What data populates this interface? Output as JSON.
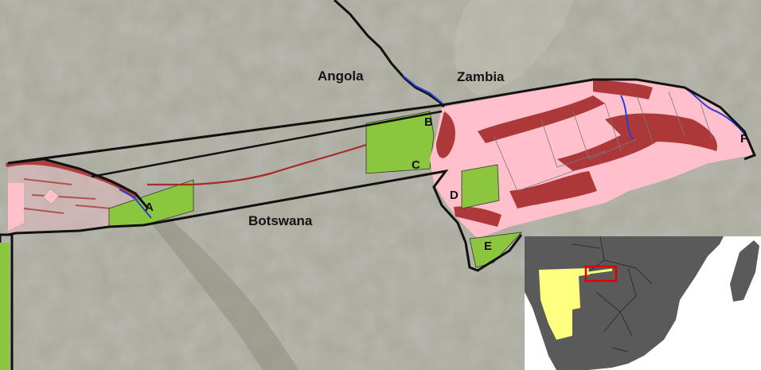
{
  "labels": {
    "countries": {
      "angola": "Angola",
      "zambia": "Zambia",
      "botswana": "Botswana"
    },
    "sites": {
      "a": "A",
      "b": "B",
      "c": "C",
      "d": "D",
      "e": "E",
      "f": "F"
    }
  },
  "colors": {
    "satellite_base": "#a8a79c",
    "boundary": "#111111",
    "conservation_area": "#8cc63e",
    "farmland": "#ffc0cb",
    "cleared_land": "#a52a2a",
    "river": "#2a3fcf",
    "highlight_box": "#e00000",
    "study_country": "#ffff80",
    "africa_land": "#5a5a5a"
  }
}
